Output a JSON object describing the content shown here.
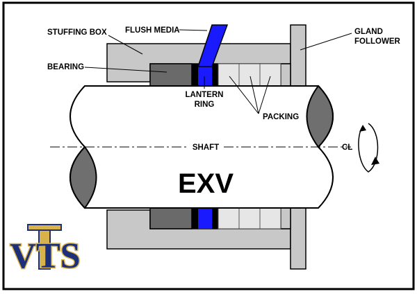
{
  "labels": {
    "stuffing_box": "STUFFING BOX",
    "flush_media": "FLUSH MEDIA",
    "gland": "GLAND",
    "follower": "FOLLOWER",
    "bearing": "BEARING",
    "lantern": "LANTERN",
    "ring": "RING",
    "packing": "PACKING",
    "shaft": "SHAFT",
    "centerline": "CL"
  },
  "shaft_text": "EXV",
  "logo": {
    "text": "VTS",
    "colors": {
      "navy": "#1c2f78",
      "gold": "#d8b24a"
    }
  },
  "colors": {
    "housing": "#c8c8c8",
    "bearing": "#6a6a6a",
    "lantern": "#1a1aff",
    "lantern_edge": "#000000",
    "packing": "#e6e6e6",
    "shaft_end": "#6f6f6f"
  }
}
